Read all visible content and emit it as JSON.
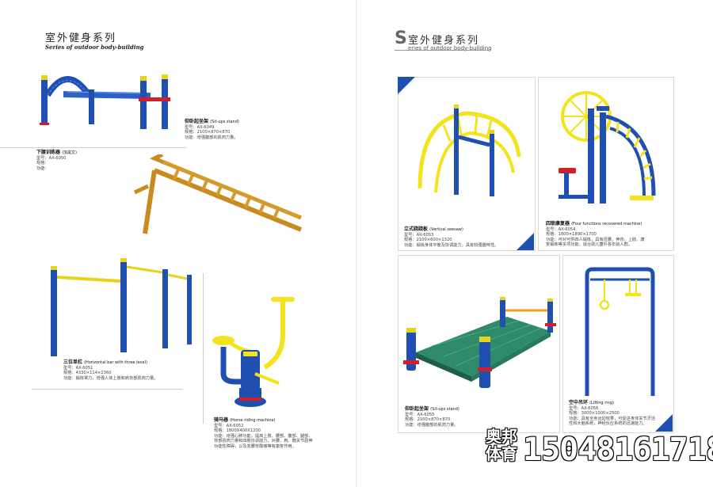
{
  "left_header": {
    "title_cn": "室外健身系列",
    "title_en": "Series of outdoor body-building"
  },
  "right_header": {
    "title_letter": "S",
    "title_cn": "室外健身系列",
    "title_en": "eries of outdoor body-building"
  },
  "products": {
    "situp_left": {
      "name_cn": "仰卧起坐架",
      "name_en": "(Sit-ups stand)",
      "model": "型号：AX-6049",
      "spec": "规格：2100×870×870",
      "func": "功能：增强腹部的肌肉力量。"
    },
    "waist": {
      "name_cn": "下腰训练器",
      "name_en": "(加黑文)",
      "model": "型号：AX-6050",
      "spec": "规格：",
      "func": "功能："
    },
    "hbar": {
      "name_cn": "三位单杠",
      "name_en": "(Horizontal bar with three level)",
      "model": "型号：AX-6051",
      "spec": "规格：4330×114×2360",
      "func": "功能：锻炼臂力，增强人体上肢和肩背部肌肉力量。"
    },
    "horse": {
      "name_cn": "骑马器",
      "name_en": "(Horse riding machine)",
      "model": "型号：AX-6052",
      "spec": "规格：1800X400X1200",
      "func1": "功能：增强心肺功能，提高上肢、腰部、腹部、腿部、",
      "func2": "背部肌肉力量和四肢协调能力，对腰、肩、髋关节屈伸",
      "func3": "功能性障碍，以及发腰背酸痛等有康复作用。"
    },
    "seesaw": {
      "name_cn": "立式跷跷板",
      "name_en": "(Vertical seesaw)",
      "model": "型号：AX-6053",
      "spec": "规格：2100×600×1320",
      "func": "功能：锻炼身体平衡及协调能力，具有较强趣味性。"
    },
    "four": {
      "name_cn": "四联康复器",
      "name_en": "(Four functions recovered machine)",
      "model": "型号：AX-6054",
      "spec": "规格：1800×1890×1700",
      "func1": "功能：可对可供四人锻炼，具有扭腰、伸背、上肢、康",
      "func2": "复锻炼等多项功能，适合助儿童外各年龄人群。"
    },
    "situp_right": {
      "name_cn": "仰卧起坐架",
      "name_en": "(Sit-ups stand)",
      "model": "型号：AX-6055",
      "spec": "规格：2100×870×870",
      "func": "功能：增强腹部的肌肉力量。"
    },
    "ring": {
      "name_cn": "空中吊环",
      "name_en": "(Lifting ring)",
      "model": "型号：AX-6056",
      "spec": "规格：3000×1000×2500",
      "func1": "功能：具有全身运动效果，可促进身体关节灵活",
      "func2": "性和大脑系统，神经反应系统的迅速能力。"
    }
  },
  "watermark": {
    "brand_line1": "奥邦",
    "brand_line2": "体育",
    "phone": "15048161718"
  },
  "colors": {
    "blue": "#1f4fb0",
    "yellow": "#f2e31a",
    "red": "#d21f2a",
    "orange": "#c98a1e",
    "green": "#3a8a6a"
  }
}
